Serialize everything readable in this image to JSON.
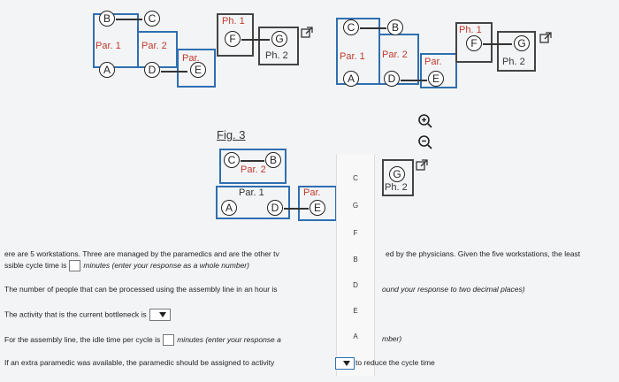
{
  "diagram1": {
    "nodes": {
      "b": "B",
      "c": "C",
      "a": "A",
      "d": "D",
      "e": "E",
      "f": "F",
      "g": "G"
    },
    "labels": {
      "par1": "Par. 1",
      "par2": "Par. 2",
      "par3": "Par.",
      "ph1": "Ph. 1",
      "ph2": "Ph. 2"
    }
  },
  "diagram2": {
    "nodes": {
      "c": "C",
      "b": "B",
      "a": "A",
      "d": "D",
      "e": "E",
      "f": "F",
      "g": "G"
    },
    "labels": {
      "par1": "Par. 1",
      "par2": "Par. 2",
      "par3": "Par.",
      "ph1": "Ph. 1",
      "ph2": "Ph. 2"
    }
  },
  "fig3": {
    "title": "Fig. 3",
    "nodes": {
      "c": "C",
      "b": "B",
      "a": "A",
      "d": "D",
      "e": "E",
      "g": "G"
    },
    "labels": {
      "par2": "Par. 2",
      "par1": "Par. 1",
      "par3": "Par.",
      "ph2": "Ph. 2"
    }
  },
  "dropdown": {
    "options": [
      "C",
      "G",
      "F",
      "B",
      "D",
      "E",
      "A"
    ]
  },
  "questions": {
    "q1a": "ere are 5 workstations. Three are managed by the paramedics and are the other tv",
    "q1b": "ed by the physicians. Given the five workstations, the least",
    "q1c": "ssible cycle time is",
    "q1d": "minutes (enter your response as a whole number)",
    "q2a": "The number of people that can be processed using the assembly line in an hour is",
    "q2b": "ound your response to two decimal places)",
    "q3": "The activity that is the current bottleneck is",
    "q4a": "For the assembly line, the idle time per cycle is",
    "q4b": "minutes (enter your response a",
    "q4c": "mber)",
    "q5a": "If an extra paramedic was available, the paramedic should be assigned to activity",
    "q5b": "to reduce the cycle time"
  }
}
